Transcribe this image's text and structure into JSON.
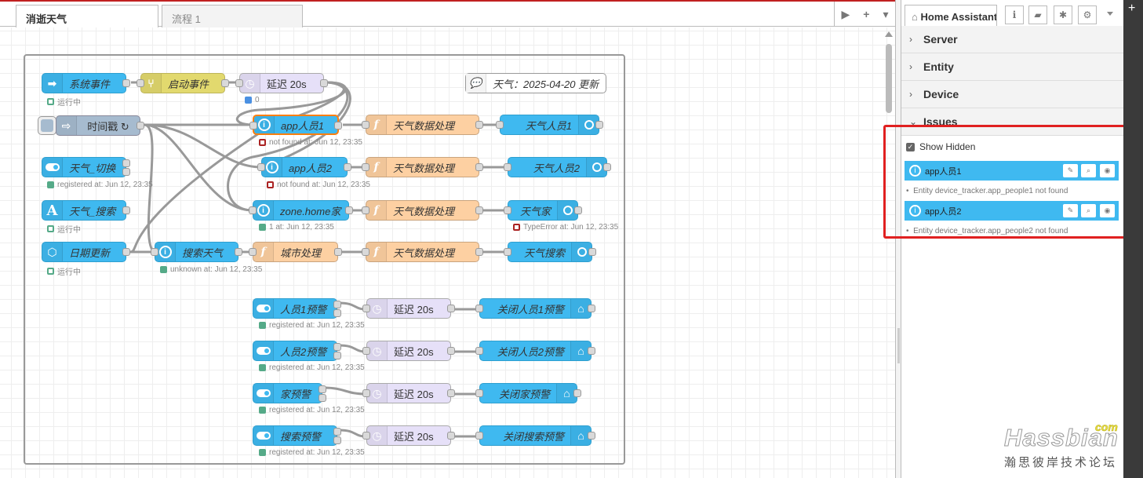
{
  "workspace": {
    "tabs": [
      {
        "label": "消逝天气",
        "active": true
      },
      {
        "label": "流程 1",
        "active": false
      }
    ],
    "buttons": {
      "play": "▶",
      "add": "+",
      "menu": "▾"
    }
  },
  "canvas": {
    "comment": "天气：2025-04-20 更新",
    "nodes": {
      "sys_event": {
        "label": "系统事件",
        "icon": "arrow-right-icon",
        "status": "运行中"
      },
      "start_event": {
        "label": "启动事件",
        "icon": "switch-icon"
      },
      "delay1": {
        "label": "延迟 20s",
        "icon": "timer-icon",
        "status": "0"
      },
      "timestamp": {
        "label": "时间戳 ↻",
        "icon": "inject-icon"
      },
      "app1": {
        "label": "app人员1",
        "icon": "info-icon",
        "status": "not found at: Jun 12, 23:35"
      },
      "proc1": {
        "label": "天气数据处理",
        "icon": "function-icon"
      },
      "out1": {
        "label": "天气人员1",
        "icon": "ring-icon"
      },
      "switch_weather": {
        "label": "天气_切换",
        "icon": "toggle-icon",
        "status": "registered at: Jun 12, 23:35"
      },
      "app2": {
        "label": "app人员2",
        "icon": "info-icon",
        "status": "not found at: Jun 12, 23:35"
      },
      "proc2": {
        "label": "天气数据处理",
        "icon": "function-icon"
      },
      "out2": {
        "label": "天气人员2",
        "icon": "ring-icon"
      },
      "search_weather_text": {
        "label": "天气_搜索",
        "icon": "text-icon",
        "status": "运行中"
      },
      "zone_home": {
        "label": "zone.home家",
        "icon": "info-icon",
        "status": "1 at: Jun 12, 23:35"
      },
      "proc3": {
        "label": "天气数据处理",
        "icon": "function-icon"
      },
      "out_home": {
        "label": "天气家",
        "icon": "ring-icon",
        "status": "TypeError at: Jun 12, 23:35"
      },
      "date_update": {
        "label": "日期更新",
        "icon": "hexagon-icon",
        "status": "运行中"
      },
      "search_weather": {
        "label": "搜索天气",
        "icon": "info-icon",
        "status": "unknown at: Jun 12, 23:35"
      },
      "city_proc": {
        "label": "城市处理",
        "icon": "function-icon"
      },
      "proc4": {
        "label": "天气数据处理",
        "icon": "function-icon"
      },
      "out_search": {
        "label": "天气搜索",
        "icon": "ring-icon"
      },
      "alert1": {
        "label": "人员1预警",
        "icon": "toggle-icon",
        "status": "registered at: Jun 12, 23:35"
      },
      "delay_a1": {
        "label": "延迟 20s",
        "icon": "timer-icon"
      },
      "close1": {
        "label": "关闭人员1预警",
        "icon": "router-icon"
      },
      "alert2": {
        "label": "人员2预警",
        "icon": "toggle-icon",
        "status": "registered at: Jun 12, 23:35"
      },
      "delay_a2": {
        "label": "延迟 20s",
        "icon": "timer-icon"
      },
      "close2": {
        "label": "关闭人员2预警",
        "icon": "router-icon"
      },
      "alert_home": {
        "label": "家预警",
        "icon": "toggle-icon",
        "status": "registered at: Jun 12, 23:35"
      },
      "delay_a3": {
        "label": "延迟 20s",
        "icon": "timer-icon"
      },
      "close_home": {
        "label": "关闭家预警",
        "icon": "router-icon"
      },
      "alert_search": {
        "label": "搜索预警",
        "icon": "toggle-icon",
        "status": "registered at: Jun 12, 23:35"
      },
      "delay_a4": {
        "label": "延迟 20s",
        "icon": "timer-icon"
      },
      "close_search": {
        "label": "关闭搜索预警",
        "icon": "router-icon"
      }
    }
  },
  "sidebar": {
    "tab": "Home Assistant",
    "tab_icon": "home-icon",
    "buttons": [
      "info-icon",
      "book-icon",
      "bug-icon",
      "gear-icon"
    ],
    "sections": [
      {
        "label": "Server",
        "expanded": false
      },
      {
        "label": "Entity",
        "expanded": false
      },
      {
        "label": "Device",
        "expanded": false
      },
      {
        "label": "Issues",
        "expanded": true
      }
    ],
    "issues": {
      "show_hidden_label": "Show Hidden",
      "show_hidden_checked": true,
      "items": [
        {
          "name": "app人员1",
          "message": "Entity device_tracker.app_people1 not found"
        },
        {
          "name": "app人员2",
          "message": "Entity device_tracker.app_people2 not found"
        }
      ]
    }
  },
  "colors": {
    "highlight": "#e02020",
    "ha_blue": "#3fb9f0",
    "function_orange": "#fdd0a2",
    "delay_lavender": "#e6e0f8",
    "switch_yellow": "#e2d96e"
  },
  "watermark": {
    "brand": "Hassbian",
    "suffix": "com",
    "subtitle": "瀚思彼岸技术论坛"
  }
}
